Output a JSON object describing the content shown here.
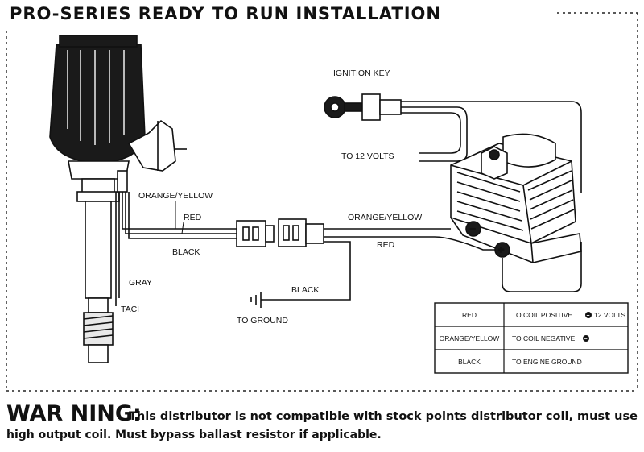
{
  "title": "PRO-SERIES READY TO RUN INSTALLATION",
  "labels": {
    "ignition_key": "IGNITION KEY",
    "to_12_volts": "TO 12 VOLTS",
    "orange_yellow_left": "ORANGE/YELLOW",
    "red_left": "RED",
    "black_left": "BLACK",
    "orange_yellow_right": "ORANGE/YELLOW",
    "red_right": "RED",
    "gray": "GRAY",
    "tach": "TACH",
    "black_ground": "BLACK",
    "to_ground": "TO GROUND"
  },
  "legend": {
    "rows": [
      {
        "wire": "RED",
        "connection": "TO COIL POSITIVE",
        "symbol": "+",
        "extra": "12 VOLTS"
      },
      {
        "wire": "ORANGE/YELLOW",
        "connection": "TO COIL NEGATIVE",
        "symbol": "−",
        "extra": ""
      },
      {
        "wire": "BLACK",
        "connection": "TO ENGINE GROUND",
        "symbol": "",
        "extra": ""
      }
    ]
  },
  "warning": {
    "heading": "WAR NING:",
    "line1": "This distributor is not compatible with stock points distributor coil, must use",
    "line2": "high output coil. Must bypass ballast resistor if applicable."
  }
}
